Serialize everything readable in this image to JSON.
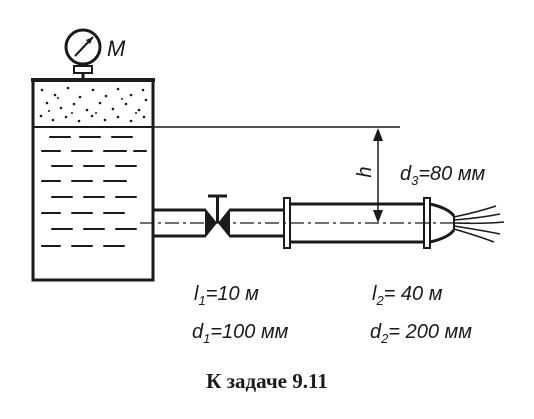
{
  "gauge": {
    "label": "M"
  },
  "labels": {
    "h": "h",
    "d3_main": "d",
    "d3_sub": "3",
    "d3_rest": "=80 мм",
    "l1_main": "l",
    "l1_sub": "1",
    "l1_rest": "=10 м",
    "d1_main": "d",
    "d1_sub": "1",
    "d1_rest": "=100 мм",
    "l2_main": "l",
    "l2_sub": "2",
    "l2_rest": "= 40 м",
    "d2_main": "d",
    "d2_sub": "2",
    "d2_rest": "= 200 мм"
  },
  "caption": "К задаче 9.11"
}
